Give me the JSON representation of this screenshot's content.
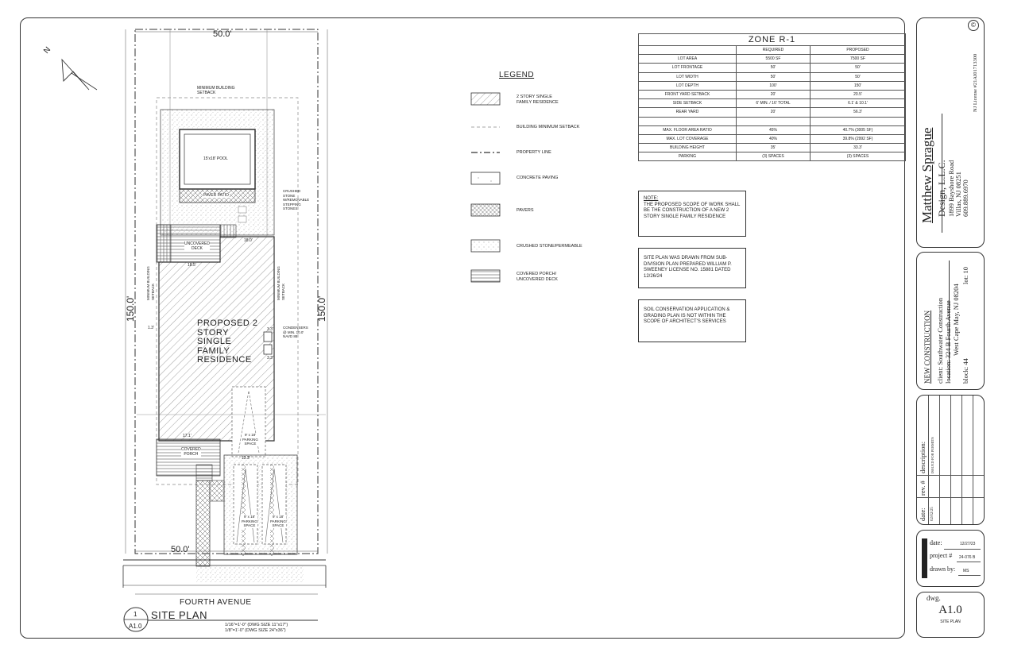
{
  "site": {
    "dim_top": "50.0'",
    "dim_bottom": "50.0'",
    "dim_left": "150.0'",
    "dim_right": "150.0'",
    "north": "N",
    "min_setback_top": "MINIMUM BUILDING\nSETBACK",
    "pool": "15'x18' POOL",
    "paver_patio": "PAVER PATIO",
    "crushed_stone": "CRUSHED\nSTONE\nW/REMOVABLE\nSTEPPING\nSTONES",
    "uncovered_deck": "UNCOVERED\nDECK",
    "residence": "PROPOSED 2\nSTORY\nSINGLE\nFAMILY\nRESIDENCE",
    "condensers": "CONDENSERS\n@ MIN. 10.0'\nNAVD 88",
    "covered_porch": "COVERED\nPORCH",
    "parking_1": "9' x 18'\nPARKING\nSPACE",
    "parking_2": "9' x 18'\nPARKING\nSPACE",
    "parking_3": "9' x 18'\nPARKING\nSPACE",
    "street": "FOURTH AVENUE",
    "left_setback": "MINIMUM BUILDING\nSETBACK",
    "right_setback": "MINIMUM BUILDING\nSETBACK",
    "dim_18_0": "18.0'",
    "dim_18_5": "18.5'",
    "dim_17_1": "17.1'",
    "dim_13_3": "13.3'",
    "dim_1_3": "1.3'",
    "dim_3_3a": "3.3'",
    "dim_3_3b": "3.3'"
  },
  "plan_title": {
    "number": "1",
    "sheet": "A1.0",
    "title": "SITE PLAN",
    "scale1": "1/16\"=1'-0\" (DWG SIZE 11\"x17\")",
    "scale2": "1/8\"=1'-0\" (DWG SIZE 24\"x36\")"
  },
  "legend": {
    "title": "LEGEND",
    "items": [
      "2 STORY SINGLE\nFAMILY RESIDENCE",
      "BUILDING MINIMUM SETBACK",
      "PROPERTY LINE",
      "CONCRETE PAVING",
      "PAVERS",
      "CRUSHED STONE/PERMEABLE",
      "COVERED PORCH/\nUNCOVERED DECK"
    ]
  },
  "zone": {
    "title": "ZONE R-1",
    "col_required": "REQUIRED",
    "col_proposed": "PROPOSED",
    "rows": [
      [
        "LOT AREA",
        "5500 SF",
        "7500 SF"
      ],
      [
        "LOT FRONTAGE",
        "50'",
        "50'"
      ],
      [
        "LOT WIDTH",
        "50'",
        "50'"
      ],
      [
        "LOT DEPTH",
        "100'",
        "150'"
      ],
      [
        "FRONT YARD SETBACK",
        "20'",
        "20.5'"
      ],
      [
        "SIDE SETBACK",
        "6' MIN. / 16' TOTAL",
        "6.1' & 10.1'"
      ],
      [
        "REAR YARD",
        "20'",
        "56.3'"
      ],
      [
        "",
        "",
        ""
      ],
      [
        "MAX. FLOOR AREA RATIO",
        "45%",
        "40.7% (3005 SF)"
      ],
      [
        "MAX. LOT COVERAGE",
        "40%",
        "39.8% (2992 SF)"
      ],
      [
        "BUILDING HEIGHT",
        "35'",
        "33.3'"
      ],
      [
        "PARKING",
        "(3) SPACES",
        "(3) SPACES"
      ]
    ]
  },
  "notes": {
    "note1_label": "NOTE:",
    "note1": "THE PROPOSED SCOPE OF WORK SHALL BE THE CONSTRUCTION OF A NEW 2 STORY SINGLE FAMILY RESIDENCE",
    "note2": "SITE PLAN WAS DRAWN FROM SUB-DIVISION PLAN PREPARED WILLIAM P. SWEENEY LICENSE NO. 15881 DATED 12/26/24",
    "note3": "SOIL CONSERVATION APPLICATION & GRADING PLAN IS NOT WITHIN THE SCOPE OF ARCHITECT'S SERVICES"
  },
  "titleblock": {
    "firm": "Matthew Sprague",
    "firm2": "Design, L.L.C.",
    "addr1": "1899 Bayshore Road",
    "addr2": "Villas, NJ 08251",
    "phone": "609.889.6970",
    "license": "NJ License #21AI01713300",
    "copyright": "©",
    "project_type": "NEW CONSTRUCTION",
    "client": "client: Southwater Construction",
    "location": "location: 324 B Fourth Avenue",
    "city": "West Cape May, NJ 08204",
    "block": "block: 44",
    "lot": "lot: 10",
    "rev_date_hdr": "date:",
    "rev_num_hdr": "rev. #",
    "rev_desc_hdr": "description:",
    "rev_date": "02/02/25",
    "rev_desc": "ISSUED FOR PERMITS",
    "date_label": "date:",
    "date_val": "12/27/23",
    "project_label": "project #",
    "project_val": "24-076 B",
    "drawn_label": "drawn by:",
    "drawn_val": "MS",
    "dwg_label": "dwg.",
    "dwg_num": "A1.0",
    "dwg_name": "SITE PLAN"
  }
}
